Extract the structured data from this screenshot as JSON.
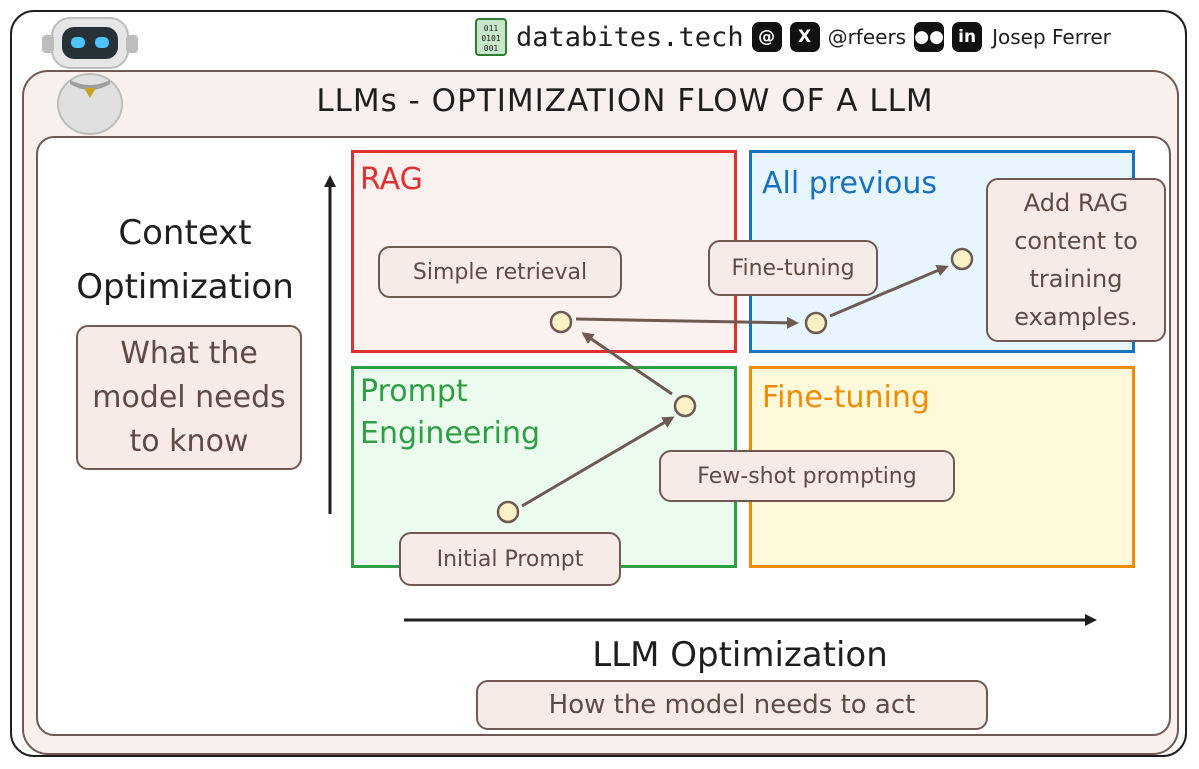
{
  "header": {
    "site": "databites.tech",
    "handle": "@rfeers",
    "author": "Josep Ferrer",
    "icons": [
      "binary-file-icon",
      "threads-icon",
      "x-icon",
      "medium-icon",
      "linkedin-icon"
    ]
  },
  "title": "LLMs - OPTIMIZATION FLOW OF A LLM",
  "axes": {
    "y_title": "Context Optimization",
    "y_subtitle": "What the model needs to know",
    "x_title": "LLM Optimization",
    "x_subtitle": "How the model needs to act"
  },
  "quadrants": {
    "top_left": {
      "label": "RAG",
      "color": "#e03131"
    },
    "top_right": {
      "label": "All previous",
      "color": "#1971c2"
    },
    "bottom_left": {
      "label": "Prompt Engineering",
      "color": "#2f9e44"
    },
    "bottom_right": {
      "label": "Fine-tuning",
      "color": "#f08c00"
    }
  },
  "steps": [
    {
      "label": "Initial Prompt"
    },
    {
      "label": "Few-shot prompting"
    },
    {
      "label": "Simple retrieval"
    },
    {
      "label": "Fine-tuning"
    },
    {
      "label": "Add RAG content to training examples."
    }
  ],
  "colors": {
    "label_border": "#6f5a53",
    "label_fill": "#f6ebe6",
    "node_fill": "#fbf1c7"
  }
}
